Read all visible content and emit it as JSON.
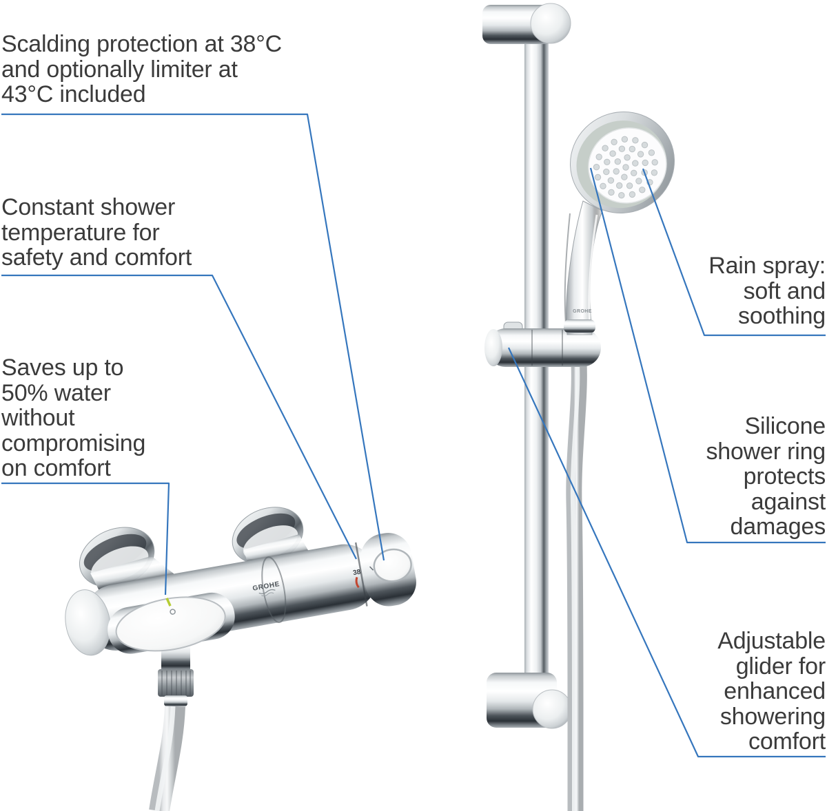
{
  "colors": {
    "background": "#ffffff",
    "leader_line": "#3576BD",
    "annotation_text": "#3B3B3B",
    "eco_marker_green": "#B5CC34",
    "temp_marker_red": "#C2452F",
    "silicone_ring_gray": "#C6CEC9"
  },
  "annotations": {
    "left": [
      {
        "id": "scalding-protection",
        "lines": [
          "Scalding protection at 38°C",
          "and optionally limiter at",
          "43°C included"
        ]
      },
      {
        "id": "constant-temperature",
        "lines": [
          "Constant shower",
          "temperature for",
          "safety and comfort"
        ]
      },
      {
        "id": "water-saving",
        "lines": [
          "Saves up to",
          "50% water",
          "without",
          "compromising",
          "on comfort"
        ]
      }
    ],
    "right": [
      {
        "id": "rain-spray",
        "lines": [
          "Rain spray:",
          "soft and",
          "soothing"
        ]
      },
      {
        "id": "silicone-ring",
        "lines": [
          "Silicone",
          "shower ring",
          "protects",
          "against",
          "damages"
        ]
      },
      {
        "id": "adjustable-glider",
        "lines": [
          "Adjustable",
          "glider for",
          "enhanced",
          "showering",
          "comfort"
        ]
      }
    ]
  },
  "product": {
    "brand": "GROHE",
    "temperature_marking": "38"
  }
}
